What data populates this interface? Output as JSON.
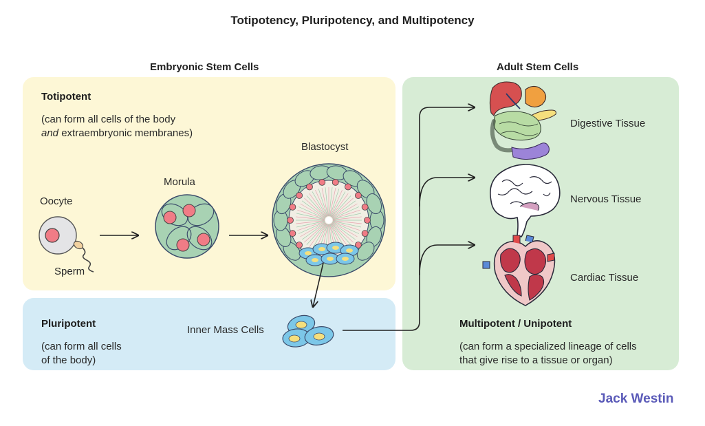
{
  "title": "Totipotency, Pluripotency, and Multipotency",
  "sections": {
    "embryonic": "Embryonic Stem Cells",
    "adult": "Adult Stem Cells"
  },
  "totipotent": {
    "heading": "Totipotent",
    "desc_line1": "(can form all cells of the body",
    "desc_line2_em": "and",
    "desc_line2_rest": " extraembryonic membranes)"
  },
  "pluripotent": {
    "heading": "Pluripotent",
    "desc_line1": "(can form all cells",
    "desc_line2": "of the body)"
  },
  "multipotent": {
    "heading": "Multipotent / Unipotent",
    "desc_line1": "(can form a specialized lineage of cells",
    "desc_line2": "that give rise to a tissue or organ)"
  },
  "labels": {
    "oocyte": "Oocyte",
    "sperm": "Sperm",
    "morula": "Morula",
    "blastocyst": "Blastocyst",
    "inner_mass": "Inner Mass Cells",
    "digestive": "Digestive Tissue",
    "nervous": "Nervous Tissue",
    "cardiac": "Cardiac Tissue"
  },
  "brand": "Jack Westin",
  "colors": {
    "totipotent_bg": "#fdf7d6",
    "pluripotent_bg": "#d4ebf6",
    "adult_bg": "#d7ecd5",
    "cell_green": "#a8d2b3",
    "nucleus_red": "#f07c86",
    "brand": "#5a5ab8"
  },
  "icons": [
    "oocyte-icon",
    "sperm-icon",
    "morula-icon",
    "blastocyst-icon",
    "inner-mass-cells-icon",
    "digestive-organs-icon",
    "brain-icon",
    "heart-icon"
  ]
}
